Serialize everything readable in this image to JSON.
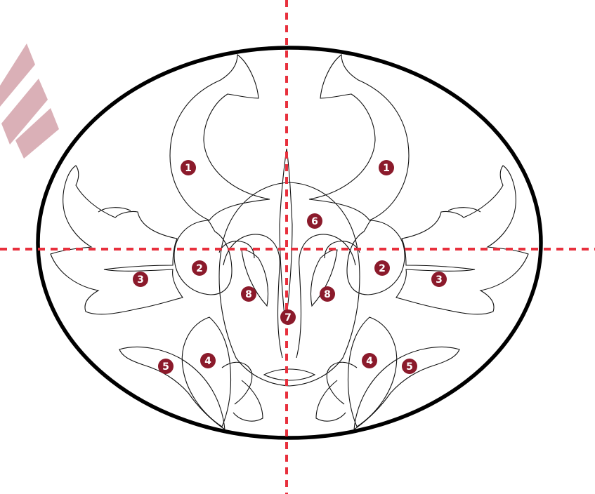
{
  "colors": {
    "marker_fill": "#8b1a2b",
    "axis_line": "#e8303d",
    "chevron": "#d4a3ab"
  },
  "markers": [
    {
      "label": "1",
      "region": "horn-left"
    },
    {
      "label": "1",
      "region": "horn-right"
    },
    {
      "label": "2",
      "region": "ear-left"
    },
    {
      "label": "2",
      "region": "ear-right"
    },
    {
      "label": "3",
      "region": "flame-left"
    },
    {
      "label": "3",
      "region": "flame-right"
    },
    {
      "label": "4",
      "region": "cheek-left"
    },
    {
      "label": "4",
      "region": "cheek-right"
    },
    {
      "label": "5",
      "region": "jaw-swirl-left"
    },
    {
      "label": "5",
      "region": "jaw-swirl-right"
    },
    {
      "label": "6",
      "region": "forehead"
    },
    {
      "label": "7",
      "region": "nose"
    },
    {
      "label": "8",
      "region": "eye-left"
    },
    {
      "label": "8",
      "region": "eye-right"
    }
  ]
}
